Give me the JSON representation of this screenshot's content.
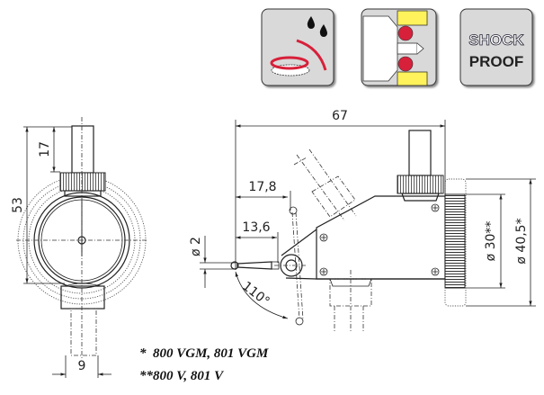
{
  "icons": [
    {
      "name": "waterproof-icon"
    },
    {
      "name": "ruby-bearing-icon"
    },
    {
      "name": "shock-proof-icon",
      "line1": "SHOCK",
      "line2": "PROOF"
    }
  ],
  "dimensions": {
    "front_height": "53",
    "front_stem": "17",
    "front_width": "9",
    "overall_length": "67",
    "tip_to_pivot_outer": "17,8",
    "tip_to_pivot_inner": "13,6",
    "tip_diameter": "ø 2",
    "swivel_angle": "110°",
    "dial_diameter_small": "ø 30**",
    "dial_diameter_large": "ø 40,5*"
  },
  "footnotes": {
    "single_star": "*  800 VGM, 801 VGM",
    "double_star": "**800 V, 801 V"
  },
  "colors": {
    "accent_red": "#d7203a",
    "bearing_yellow": "#fff25a",
    "icon_bg": "#d9d9d9"
  }
}
